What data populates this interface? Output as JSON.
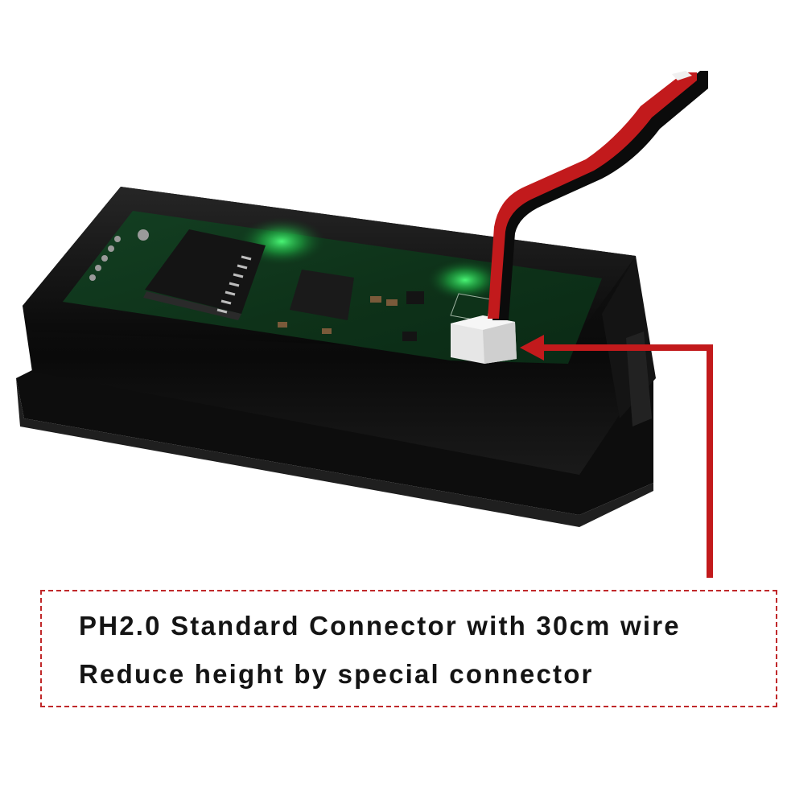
{
  "photo": {
    "subject": "meter module with connector",
    "accent_color": "#c21a1c",
    "board_color": "#0f3a1c",
    "case_color": "#0b0b0b"
  },
  "caption": {
    "line1": "PH2.0 Standard Connector with 30cm wire",
    "line2": "Reduce height by special connector",
    "border_color": "#c0282a"
  }
}
